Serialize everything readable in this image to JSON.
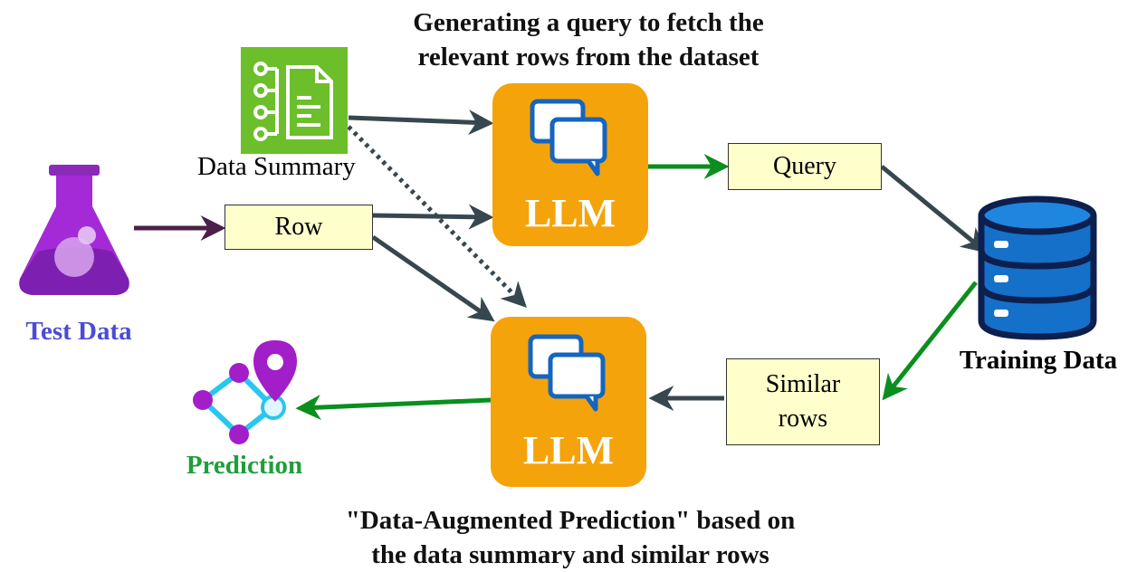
{
  "captions": {
    "top_line1": "Generating a query to fetch the",
    "top_line2": "relevant rows from the dataset",
    "bottom_line1": "\"Data-Augmented Prediction\" based on",
    "bottom_line2": "the data summary and similar rows"
  },
  "nodes": {
    "data_summary": "Data Summary",
    "row": "Row",
    "query": "Query",
    "similar_rows_line1": "Similar",
    "similar_rows_line2": "rows",
    "llm_top": "LLM",
    "llm_bottom": "LLM",
    "test_data": "Test Data",
    "training_data": "Training Data",
    "prediction": "Prediction"
  },
  "colors": {
    "llm_fill": "#f5a30a",
    "box_fill": "#ffffcc",
    "arrow_dark": "#37474f",
    "arrow_green": "#0a8f1e",
    "arrow_purple": "#4a1f4a",
    "test_data_text": "#4b4bd6",
    "prediction_text": "#1e9e3a",
    "summary_icon": "#6cbf2a",
    "database": "#1570c9",
    "flask": "#a32ad6"
  },
  "icons": {
    "summary": "document-tree-icon",
    "llm": "chat-bubbles-icon",
    "test_data": "flask-icon",
    "training_data": "database-icon",
    "prediction": "graph-pin-icon"
  }
}
